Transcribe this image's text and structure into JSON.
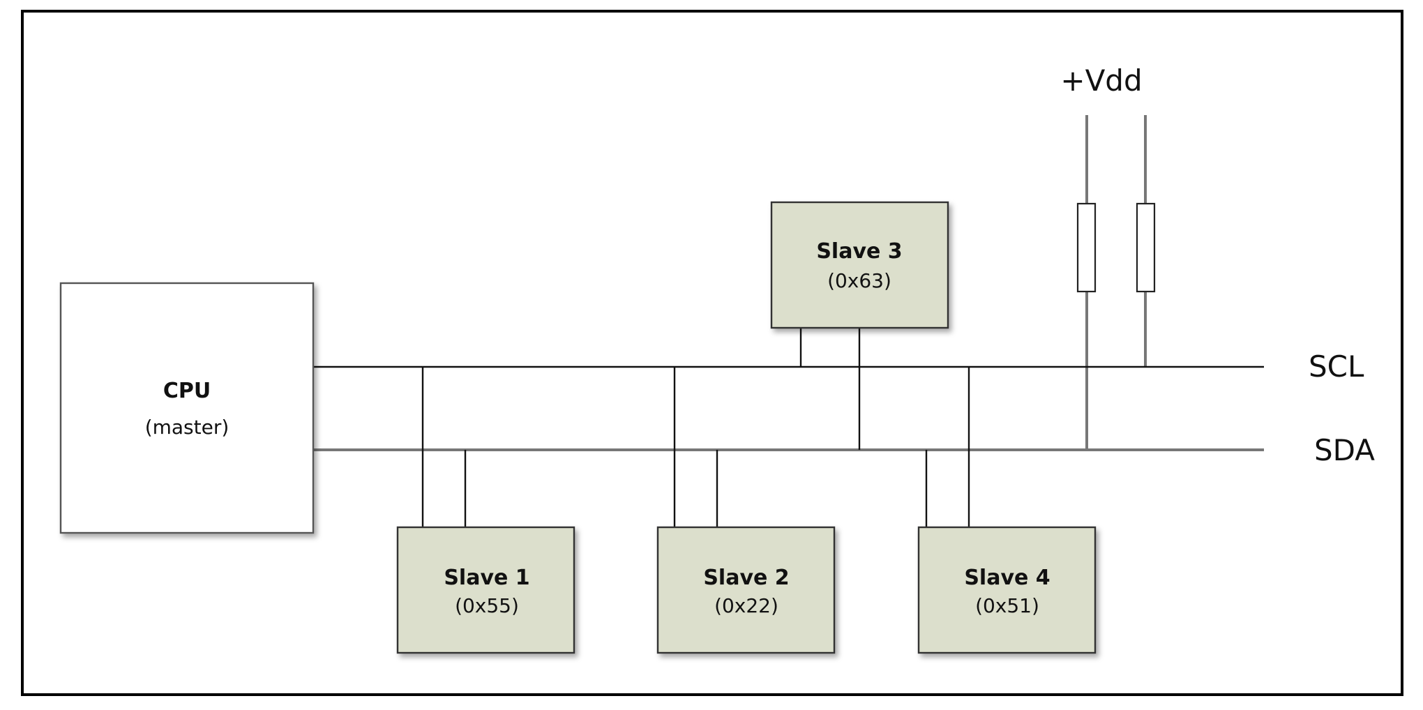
{
  "cpu": {
    "name": "CPU",
    "role": "(master)"
  },
  "slaves": [
    {
      "name": "Slave 1",
      "address": "(0x55)"
    },
    {
      "name": "Slave 2",
      "address": "(0x22)"
    },
    {
      "name": "Slave 3",
      "address": "(0x63)"
    },
    {
      "name": "Slave 4",
      "address": "(0x51)"
    }
  ],
  "bus": {
    "scl": "SCL",
    "sda": "SDA"
  },
  "supply": "+Vdd"
}
